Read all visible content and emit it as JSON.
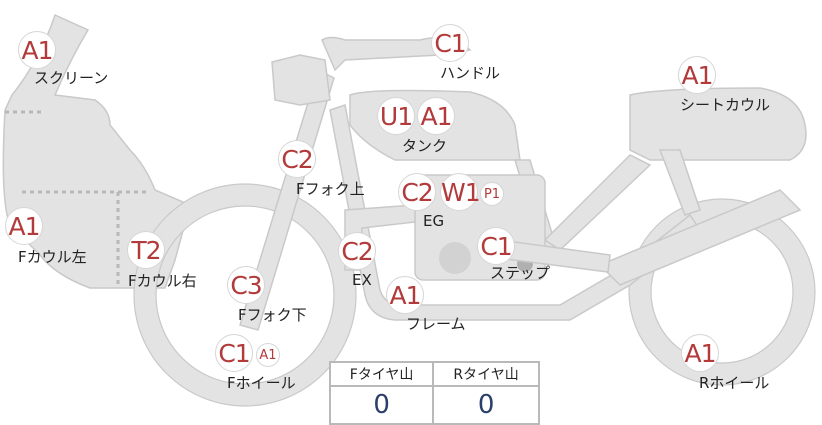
{
  "parts": [
    {
      "id": "screen",
      "label": "スクリーン",
      "codes": [
        "A1"
      ]
    },
    {
      "id": "handle",
      "label": "ハンドル",
      "codes": [
        "C1"
      ]
    },
    {
      "id": "seat-cowl",
      "label": "シートカウル",
      "codes": [
        "A1"
      ]
    },
    {
      "id": "tank",
      "label": "タンク",
      "codes": [
        "U1",
        "A1"
      ]
    },
    {
      "id": "fork-upper",
      "label": "Fフォク上",
      "codes": [
        "C2"
      ]
    },
    {
      "id": "engine",
      "label": "EG",
      "codes": [
        "C2",
        "W1",
        "P1"
      ]
    },
    {
      "id": "cowl-left",
      "label": "Fカウル左",
      "codes": [
        "A1"
      ]
    },
    {
      "id": "cowl-right",
      "label": "Fカウル右",
      "codes": [
        "T2"
      ]
    },
    {
      "id": "exhaust",
      "label": "EX",
      "codes": [
        "C2"
      ]
    },
    {
      "id": "step",
      "label": "ステップ",
      "codes": [
        "C1"
      ]
    },
    {
      "id": "fork-lower",
      "label": "Fフォク下",
      "codes": [
        "C3"
      ]
    },
    {
      "id": "frame",
      "label": "フレーム",
      "codes": [
        "A1"
      ]
    },
    {
      "id": "front-wheel",
      "label": "Fホイール",
      "codes": [
        "C1",
        "A1"
      ]
    },
    {
      "id": "rear-wheel",
      "label": "Rホイール",
      "codes": [
        "A1"
      ]
    }
  ],
  "tires": {
    "front_label": "Fタイヤ山",
    "rear_label": "Rタイヤ山",
    "front_value": "0",
    "rear_value": "0"
  },
  "colors": {
    "body": "#e3e3e3",
    "outline": "#c9c9c9",
    "badge_text": "#b23a3a",
    "value_text": "#2a3f6a"
  }
}
